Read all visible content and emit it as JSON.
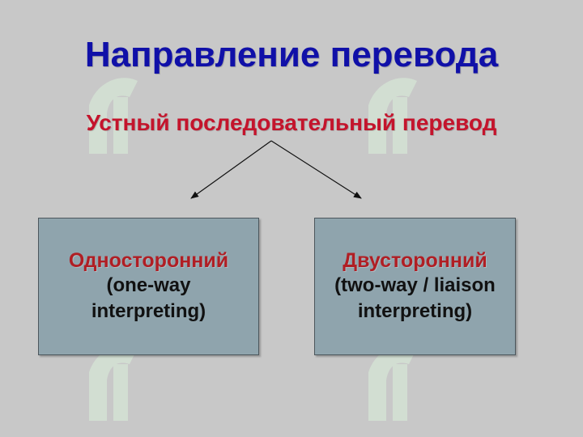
{
  "slide": {
    "title": "Направление перевода",
    "subtitle": "Устный последовательный перевод"
  },
  "boxes": [
    {
      "name": "Односторонний",
      "description": "(one-way\ninterpreting)"
    },
    {
      "name": "Двусторонний",
      "description": "(two-way / liaison\ninterpreting)"
    }
  ],
  "colors": {
    "background": "#c8c8c8",
    "title": "#1010a8",
    "subtitle": "#c4142c",
    "box_fill": "#8fa4ad",
    "box_heading": "#b01e24"
  }
}
